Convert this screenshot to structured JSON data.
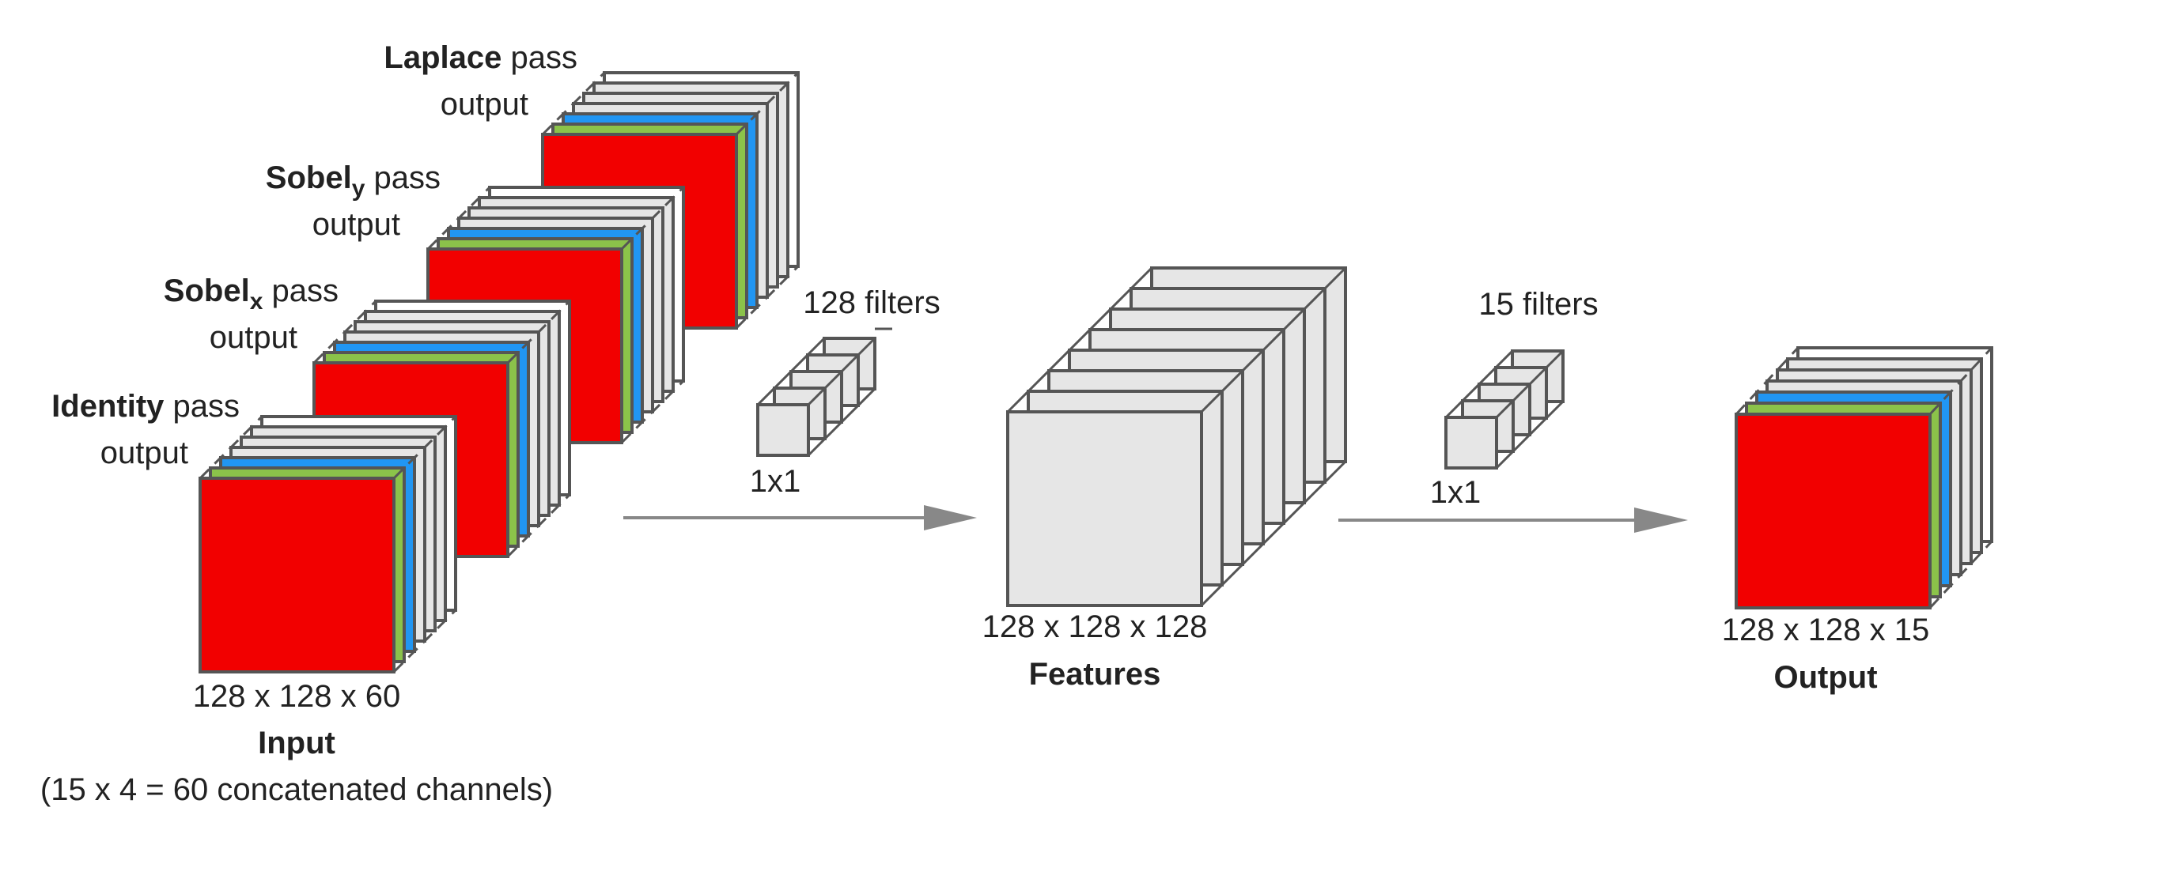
{
  "colors": {
    "red": "#f20000",
    "green": "#8bc34a",
    "blue": "#2196f3",
    "gray_fill": "#e6e6e6",
    "white": "#ffffff",
    "stroke": "#555555",
    "arrow": "#888888"
  },
  "input_group": {
    "stacks": [
      {
        "name_bold": "Laplace",
        "name_sub": "",
        "name_rest": " pass",
        "line2": "output"
      },
      {
        "name_bold": "Sobel",
        "name_sub": "y",
        "name_rest": " pass",
        "line2": "output"
      },
      {
        "name_bold": "Sobel",
        "name_sub": "x",
        "name_rest": " pass",
        "line2": "output"
      },
      {
        "name_bold": "Identity",
        "name_sub": "",
        "name_rest": " pass",
        "line2": "output"
      }
    ],
    "dims": "128 x 128 x 60",
    "title": "Input",
    "subtitle": "(15 x 4 = 60 concatenated channels)"
  },
  "conv1": {
    "filters_label": "128 filters",
    "kernel_label": "1x1"
  },
  "features": {
    "dims": "128 x 128 x 128",
    "title": "Features"
  },
  "conv2": {
    "filters_label": "15 filters",
    "kernel_label": "1x1"
  },
  "output": {
    "dims": "128 x 128 x 15",
    "title": "Output"
  }
}
